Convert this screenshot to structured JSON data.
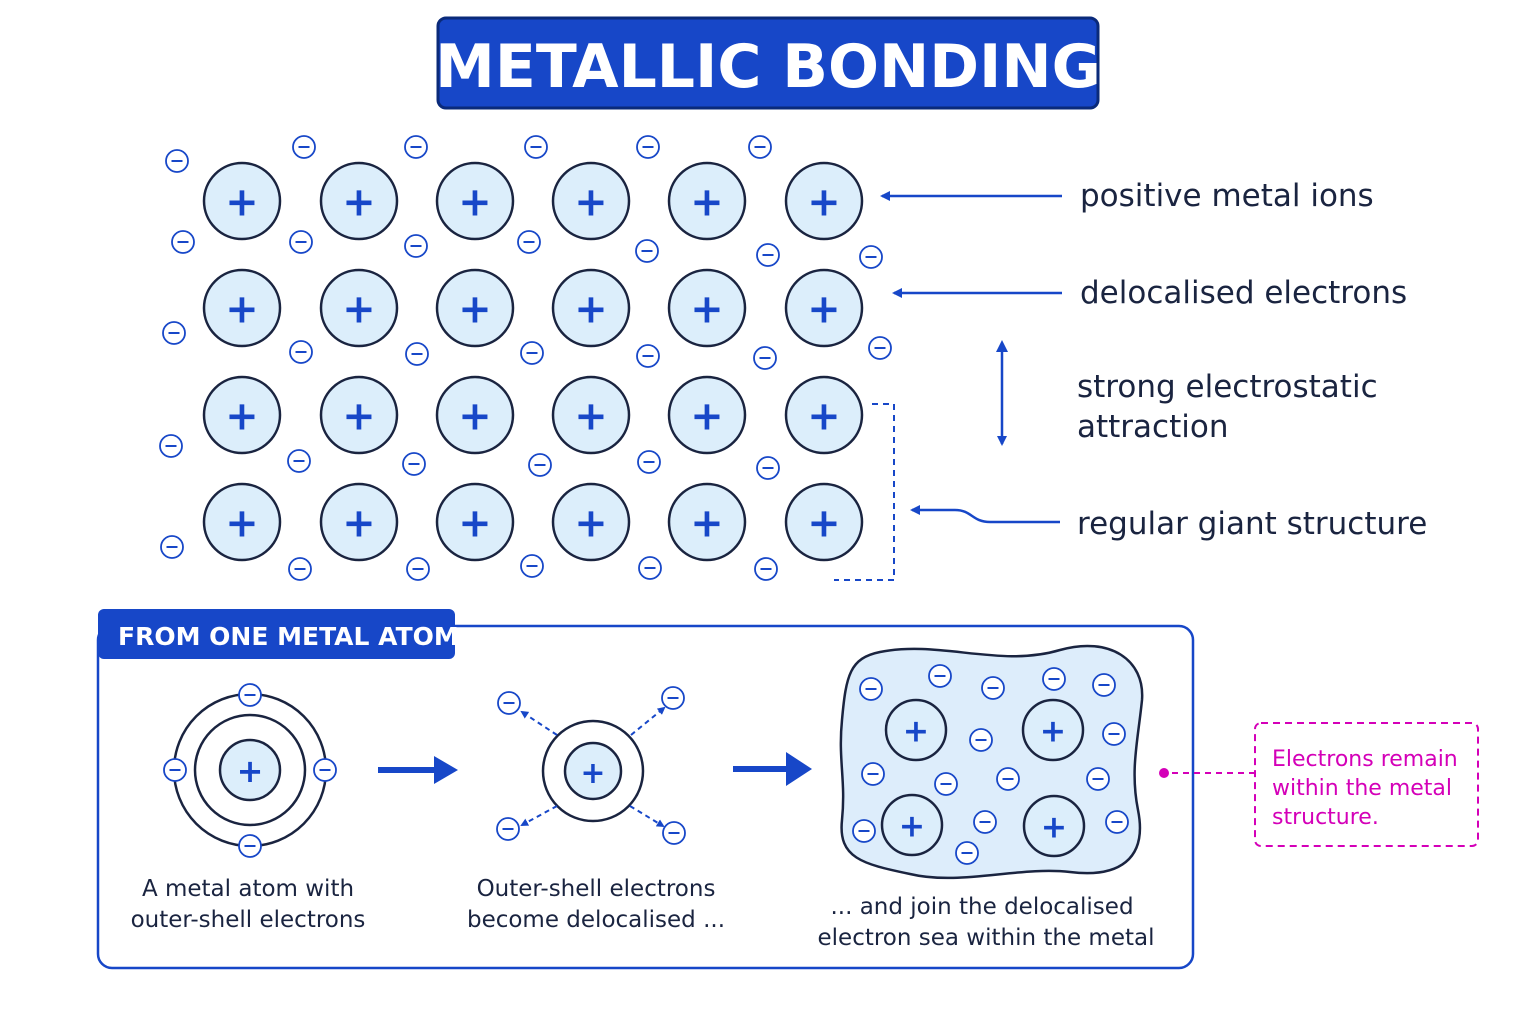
{
  "title": "METALLIC BONDING",
  "lattice": {
    "rows": 4,
    "columns": 6,
    "ion_symbol": "+",
    "electron_symbol": "−"
  },
  "labels": {
    "positive_ions": "positive metal ions",
    "delocalised_electrons": "delocalised electrons",
    "attraction_line1": "strong electrostatic",
    "attraction_line2": "attraction",
    "structure": "regular giant structure"
  },
  "panel": {
    "heading": "FROM ONE METAL ATOM",
    "step1_line1": "A metal atom with",
    "step1_line2": "outer-shell electrons",
    "step2_line1": "Outer-shell electrons",
    "step2_line2": "become delocalised ...",
    "step3_line1": "... and join the delocalised",
    "step3_line2": "electron sea within the metal"
  },
  "note": {
    "line1": "Electrons remain",
    "line2": "within the metal",
    "line3": "structure."
  },
  "colors": {
    "primary": "#1747c8",
    "ink": "#1a2440",
    "ion_fill": "#dceefb",
    "sea_fill": "#ddedfb",
    "note": "#d400b8"
  }
}
